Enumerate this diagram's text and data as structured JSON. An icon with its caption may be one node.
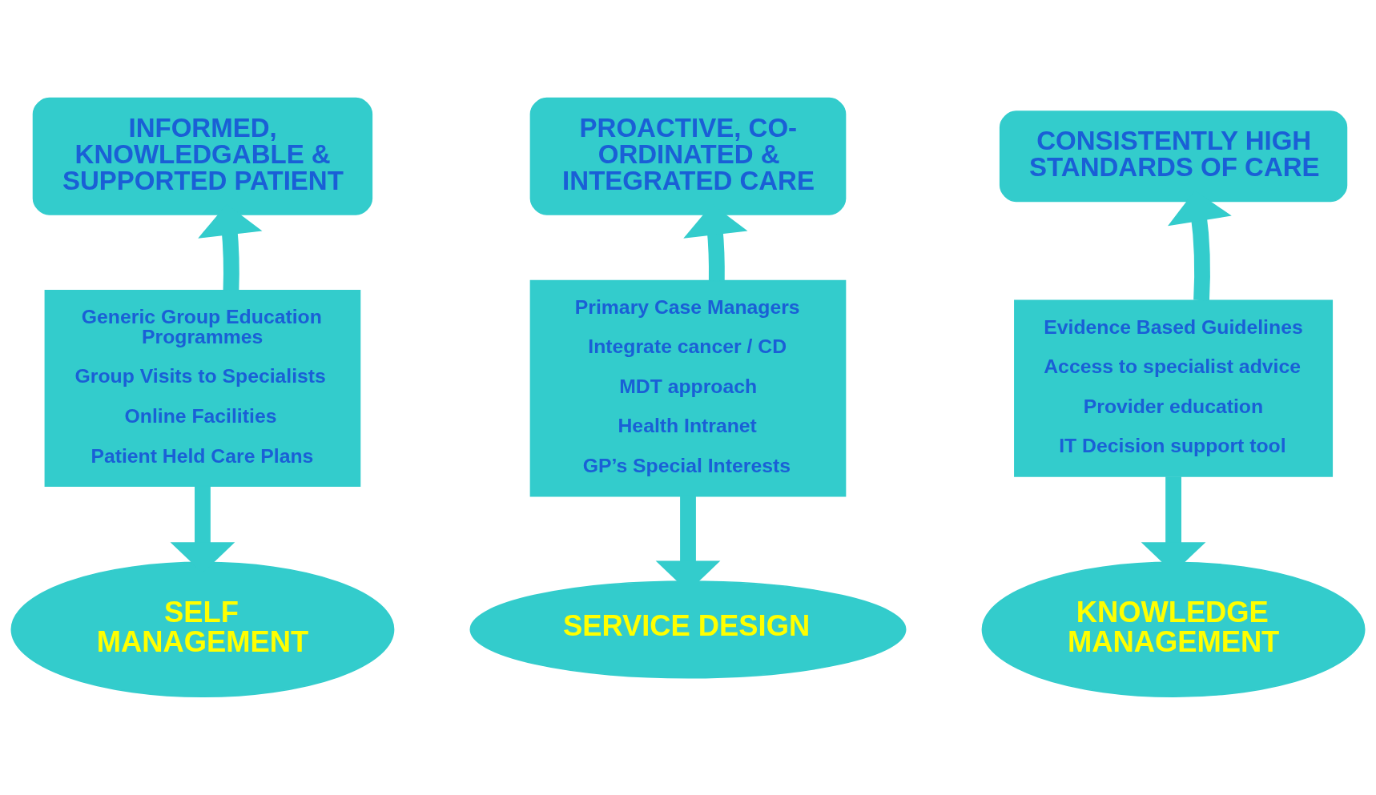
{
  "diagram": {
    "nodes": [
      {
        "text": [
          "INFORMED, KNOWLEDGABLE & SUPPORTED PATIENT"
        ]
      },
      {
        "text": [
          "PROACTIVE, CO-ORDINATED & INTEGRATED CARE"
        ]
      },
      {
        "text": [
          "CONSISTENTLY HIGH STANDARDS OF CARE"
        ]
      },
      {
        "text": [
          "Generic Group Education Programmes",
          "Group Visits to Specialists",
          "Online Facilities",
          "Patient Held Care Plans"
        ]
      },
      {
        "text": [
          "Primary Case Managers",
          "Integrate cancer / CD",
          "MDT approach",
          "Health Intranet",
          "GP’s Special Interests"
        ]
      },
      {
        "text": [
          "Evidence Based Guidelines",
          "Access to specialist advice",
          "Provider education",
          "IT Decision support tool"
        ]
      },
      {
        "text": [
          "SELF MANAGEMENT"
        ]
      },
      {
        "text": [
          "SERVICE DESIGN"
        ]
      },
      {
        "text": [
          "KNOWLEDGE MANAGEMENT"
        ]
      }
    ],
    "edges": [
      {
        "from": 3,
        "to": 0,
        "arrow": "to"
      },
      {
        "from": 4,
        "to": 1,
        "arrow": "to"
      },
      {
        "from": 5,
        "to": 2,
        "arrow": "to"
      },
      {
        "from": 3,
        "to": 6,
        "arrow": "to"
      },
      {
        "from": 4,
        "to": 7,
        "arrow": "to"
      },
      {
        "from": 5,
        "to": 8,
        "arrow": "to"
      }
    ]
  }
}
